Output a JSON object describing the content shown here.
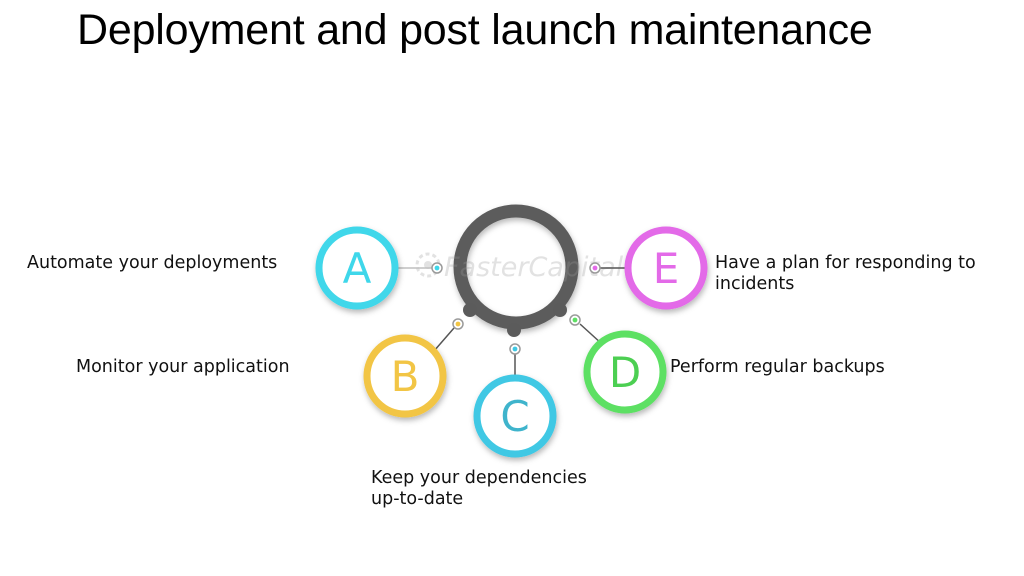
{
  "title": "Deployment and post launch maintenance",
  "watermark": "FasterCapital",
  "colors": {
    "hub": "#5b5b5b",
    "a": "#3fd7ea",
    "b": "#f2c545",
    "c": "#3fc8e4",
    "d": "#5de063",
    "e": "#e36ae8",
    "text": "#111111"
  },
  "items": [
    {
      "letter": "A",
      "label": "Automate your deployments"
    },
    {
      "letter": "B",
      "label": "Monitor your application"
    },
    {
      "letter": "C",
      "label": "Keep your dependencies up-to-date"
    },
    {
      "letter": "D",
      "label": "Perform regular backups"
    },
    {
      "letter": "E",
      "label": "Have a plan for responding to incidents"
    }
  ]
}
